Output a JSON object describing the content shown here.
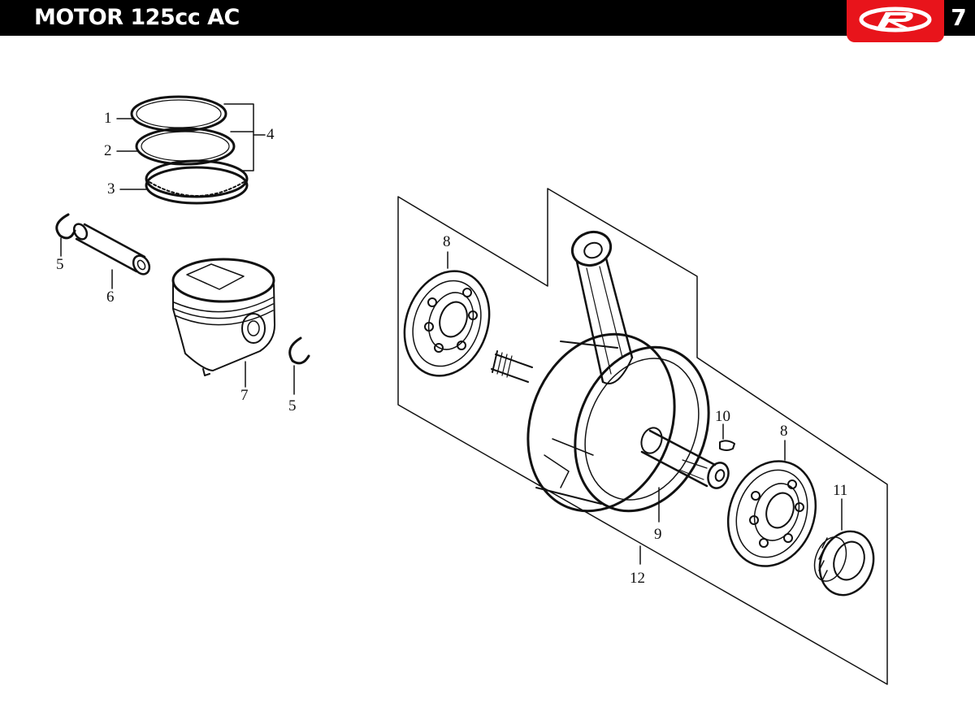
{
  "header": {
    "title": "MOTOR 125cc AC",
    "page_number": "7",
    "brand_icon": "brand-r-logo-icon",
    "colors": {
      "bar": "#000000",
      "brand": "#e8141b",
      "text": "#ffffff"
    }
  },
  "diagram": {
    "callouts": {
      "c1": "1",
      "c2": "2",
      "c3": "3",
      "c4": "4",
      "c5a": "5",
      "c5b": "5",
      "c6": "6",
      "c7": "7",
      "c8a": "8",
      "c8b": "8",
      "c9": "9",
      "c10": "10",
      "c11": "11",
      "c12": "12"
    }
  }
}
